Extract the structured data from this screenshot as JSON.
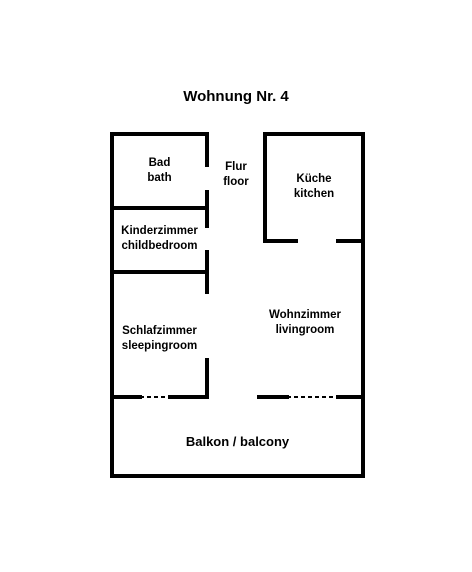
{
  "title": "Wohnung Nr. 4",
  "rooms": {
    "bath": {
      "de": "Bad",
      "en": "bath"
    },
    "floor": {
      "de": "Flur",
      "en": "floor"
    },
    "kitchen": {
      "de": "Küche",
      "en": "kitchen"
    },
    "childroom": {
      "de": "Kinderzimmer",
      "en": "childbedroom"
    },
    "sleeping": {
      "de": "Schlafzimmer",
      "en": "sleepingroom"
    },
    "living": {
      "de": "Wohnzimmer",
      "en": "livingroom"
    },
    "balcony": {
      "label": "Balkon / balcony"
    }
  }
}
